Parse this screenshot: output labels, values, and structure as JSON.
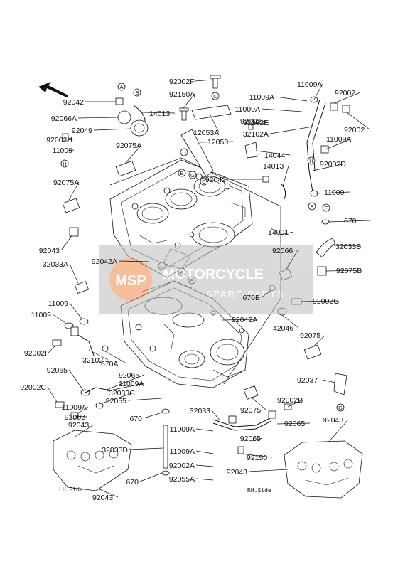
{
  "diagram": {
    "side_labels": {
      "lh": "LH.Side",
      "rh": "RH.Side"
    },
    "watermark": {
      "line1": "MOTORCYCLE",
      "line2": "SPARE PARTS",
      "logo": "MSP"
    },
    "ref_letters": [
      "A",
      "B",
      "C",
      "D",
      "E",
      "F",
      "G",
      "H"
    ],
    "parts": [
      {
        "id": "p1",
        "label": "92002F"
      },
      {
        "id": "p2",
        "label": "92150A"
      },
      {
        "id": "p3",
        "label": "12053A"
      },
      {
        "id": "p4",
        "label": "12053"
      },
      {
        "id": "p5",
        "label": "92042"
      },
      {
        "id": "p6",
        "label": "14013"
      },
      {
        "id": "p7",
        "label": "92066A"
      },
      {
        "id": "p8",
        "label": "92049"
      },
      {
        "id": "p9",
        "label": "92002H"
      },
      {
        "id": "p10",
        "label": "11009"
      },
      {
        "id": "p11",
        "label": "92075A"
      },
      {
        "id": "p12",
        "label": "92075A"
      },
      {
        "id": "p13",
        "label": "92043"
      },
      {
        "id": "p14",
        "label": "32033A"
      },
      {
        "id": "p15",
        "label": "11009"
      },
      {
        "id": "p16",
        "label": "11009"
      },
      {
        "id": "p17",
        "label": "92002I"
      },
      {
        "id": "p18",
        "label": "32102"
      },
      {
        "id": "p19",
        "label": "670A"
      },
      {
        "id": "p20",
        "label": "92065"
      },
      {
        "id": "p21",
        "label": "92065"
      },
      {
        "id": "p22",
        "label": "11009A"
      },
      {
        "id": "p23",
        "label": "32033C"
      },
      {
        "id": "p24",
        "label": "92002C"
      },
      {
        "id": "p25",
        "label": "11009A"
      },
      {
        "id": "p26",
        "label": "92002"
      },
      {
        "id": "p27",
        "label": "92043"
      },
      {
        "id": "p28",
        "label": "92043"
      },
      {
        "id": "p29",
        "label": "92055"
      },
      {
        "id": "p30",
        "label": "670"
      },
      {
        "id": "p31",
        "label": "32033D"
      },
      {
        "id": "p32",
        "label": "670"
      },
      {
        "id": "p33",
        "label": "92042A"
      },
      {
        "id": "p34",
        "label": "11009A"
      },
      {
        "id": "p35",
        "label": "11009A"
      },
      {
        "id": "p36",
        "label": "92002"
      },
      {
        "id": "p37",
        "label": "11009A"
      },
      {
        "id": "p38",
        "label": "92002"
      },
      {
        "id": "p39",
        "label": "32102A"
      },
      {
        "id": "p40",
        "label": "92002"
      },
      {
        "id": "p41",
        "label": "11009A"
      },
      {
        "id": "p42",
        "label": "92002D"
      },
      {
        "id": "p43",
        "label": "92002E"
      },
      {
        "id": "p44",
        "label": "14044"
      },
      {
        "id": "p45",
        "label": "92042"
      },
      {
        "id": "p46",
        "label": "14013"
      },
      {
        "id": "p47",
        "label": "11009"
      },
      {
        "id": "p48",
        "label": "670"
      },
      {
        "id": "p49",
        "label": "14001"
      },
      {
        "id": "p50",
        "label": "32033B"
      },
      {
        "id": "p51",
        "label": "92066"
      },
      {
        "id": "p52",
        "label": "92075B"
      },
      {
        "id": "p53",
        "label": "670B"
      },
      {
        "id": "p54",
        "label": "92002G"
      },
      {
        "id": "p55",
        "label": "92042A"
      },
      {
        "id": "p56",
        "label": "42046"
      },
      {
        "id": "p57",
        "label": "92075"
      },
      {
        "id": "p58",
        "label": "92037"
      },
      {
        "id": "p59",
        "label": "32033"
      },
      {
        "id": "p60",
        "label": "92075"
      },
      {
        "id": "p61",
        "label": "92002B"
      },
      {
        "id": "p62",
        "label": "92065"
      },
      {
        "id": "p63",
        "label": "92065"
      },
      {
        "id": "p64",
        "label": "11009A"
      },
      {
        "id": "p65",
        "label": "11009A"
      },
      {
        "id": "p66",
        "label": "92150"
      },
      {
        "id": "p67",
        "label": "92002A"
      },
      {
        "id": "p68",
        "label": "92055A"
      },
      {
        "id": "p69",
        "label": "92043"
      },
      {
        "id": "p70",
        "label": "92043"
      }
    ]
  }
}
